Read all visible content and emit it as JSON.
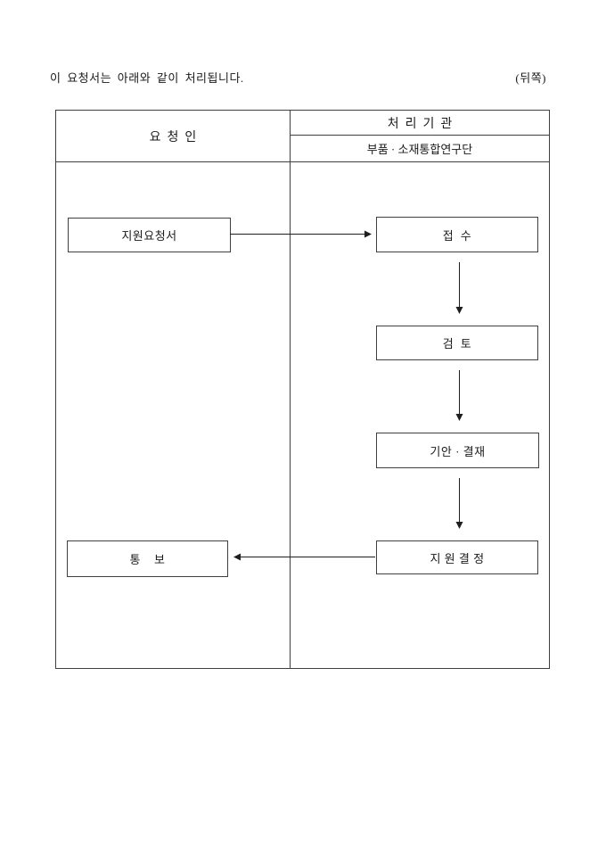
{
  "colors": {
    "line": "#3f3f3f",
    "arrow": "#1f1f1f",
    "text": "#1a1a1a",
    "background": "#ffffff"
  },
  "page": {
    "intro_text": "이 요청서는 아래와 같이 처리됩니다.",
    "back_side_label": "(뒤쪽)"
  },
  "table": {
    "requester_column_header": "요  청  인",
    "agency_column_header": "처  리  기  관",
    "agency_name": "부품 · 소재통합연구단"
  },
  "flowchart": {
    "nodes": {
      "request_form": "지원요청서",
      "receipt": "접  수",
      "review": "검  토",
      "draft_approval": "기안 · 결재",
      "support_decision": "지 원 결 정",
      "notification": "통    보"
    },
    "arrows": [
      {
        "from": "request_form",
        "to": "receipt",
        "direction": "right"
      },
      {
        "from": "receipt",
        "to": "review",
        "direction": "down"
      },
      {
        "from": "review",
        "to": "draft_approval",
        "direction": "down"
      },
      {
        "from": "draft_approval",
        "to": "support_decision",
        "direction": "down"
      },
      {
        "from": "support_decision",
        "to": "notification",
        "direction": "left"
      }
    ]
  }
}
